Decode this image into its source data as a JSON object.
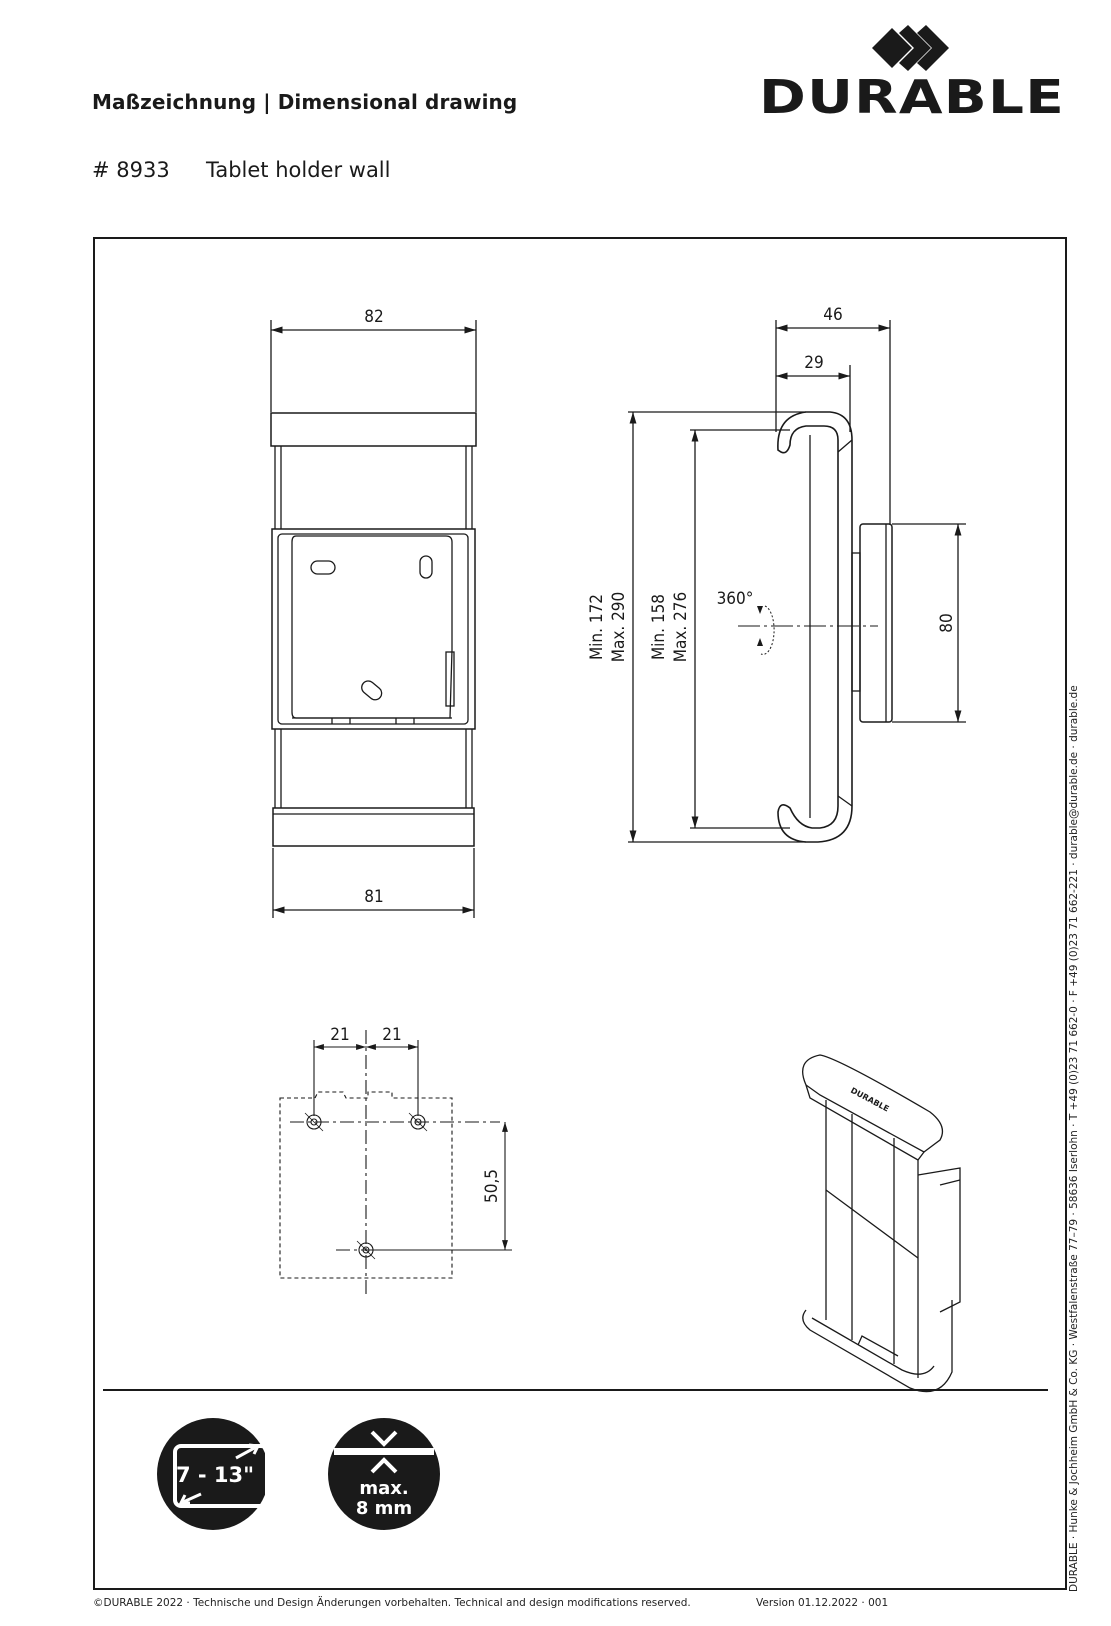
{
  "header": {
    "title": "Maßzeichnung | Dimensional drawing",
    "product_number": "# 8933",
    "product_name": "Tablet holder wall"
  },
  "brand": {
    "name": "DURABLE",
    "color": "#1a1a1a"
  },
  "dimensions": {
    "front_top_width": "82",
    "front_bottom_width": "81",
    "side_depth_total": "46",
    "side_depth_clamp": "29",
    "height_outer_min": "Min. 172",
    "height_outer_max": "Max. 290",
    "height_inner_min": "Min. 158",
    "height_inner_max": "Max. 276",
    "rotation": "360°",
    "mount_height": "80",
    "hole_spacing_left": "21",
    "hole_spacing_right": "21",
    "hole_vertical": "50,5"
  },
  "icons": {
    "size_range_label": "7 - 13\"",
    "thickness_max_label": "max.",
    "thickness_value_label": "8 mm"
  },
  "side_text": "DURABLE · Hunke & Jochheim GmbH & Co. KG · Westfalenstraße 77–79 · 58636 Iserlohn · T +49 (0)23 71 662-0 · F +49 (0)23 71 662-221 · durable@durable.de · durable.de",
  "footer": {
    "copyright": "©DURABLE 2022 · Technische und Design Änderungen vorbehalten. Technical and design modifications reserved.",
    "version": "Version 01.12.2022 · 001"
  }
}
